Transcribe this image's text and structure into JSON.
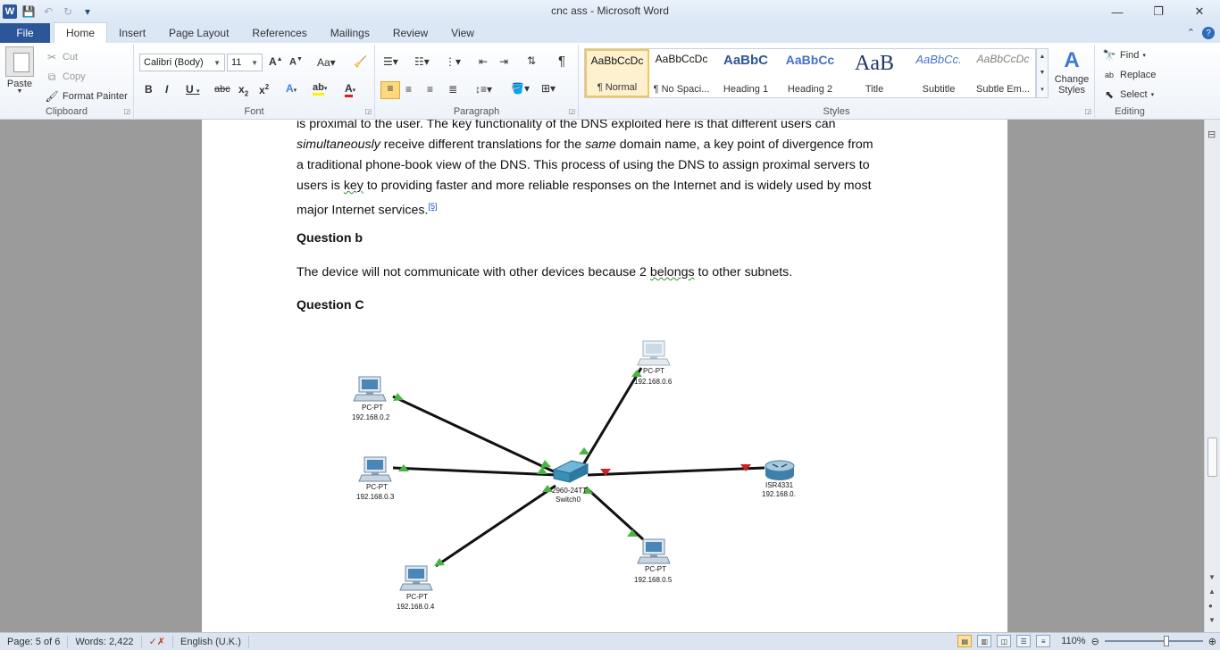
{
  "window": {
    "title": "cnc ass - Microsoft Word",
    "app_letter": "W"
  },
  "tabs": {
    "file": "File",
    "items": [
      "Home",
      "Insert",
      "Page Layout",
      "References",
      "Mailings",
      "Review",
      "View"
    ],
    "active": "Home"
  },
  "ribbon": {
    "clipboard": {
      "label": "Clipboard",
      "paste": "Paste",
      "cut": "Cut",
      "copy": "Copy",
      "format_painter": "Format Painter"
    },
    "font": {
      "label": "Font",
      "family": "Calibri (Body)",
      "size": "11"
    },
    "paragraph": {
      "label": "Paragraph"
    },
    "styles": {
      "label": "Styles",
      "items": [
        {
          "sample": "AaBbCcDc",
          "name": "¶ Normal"
        },
        {
          "sample": "AaBbCcDc",
          "name": "¶ No Spaci..."
        },
        {
          "sample": "AaBbC",
          "name": "Heading 1"
        },
        {
          "sample": "AaBbCc",
          "name": "Heading 2"
        },
        {
          "sample": "AaB",
          "name": "Title"
        },
        {
          "sample": "AaBbCc.",
          "name": "Subtitle"
        },
        {
          "sample": "AaBbCcDc",
          "name": "Subtle Em..."
        }
      ],
      "change_styles": "Change Styles"
    },
    "editing": {
      "label": "Editing",
      "find": "Find",
      "replace": "Replace",
      "select": "Select"
    }
  },
  "document": {
    "line0": "is proximal to the user. The key functionality of the DNS exploited here is that different users can",
    "line1_a": "simultaneously",
    "line1_b": " receive different translations for the ",
    "line1_c": "same",
    "line1_d": " domain name, a key point of divergence from",
    "line2": "a traditional phone-book  view of the DNS. This process of using the DNS to assign proximal servers to",
    "line3_a": "users is ",
    "line3_b": "key",
    "line3_c": " to providing faster and more reliable responses on the Internet and is widely used by most",
    "line4": "major Internet services.",
    "footnote": "[5]",
    "question_b": "Question b",
    "answer_b_a": "The device will not communicate with other devices because 2 ",
    "answer_b_b": "belongs",
    "answer_b_c": " to other subnets.",
    "question_c": "Question C"
  },
  "network": {
    "switch": {
      "model": "2960-24TT",
      "name": "Switch0"
    },
    "router": {
      "model": "ISR4331",
      "ip": "192.168.0."
    },
    "pcs": [
      {
        "type": "PC-PT",
        "ip": "192.168.0.2"
      },
      {
        "type": "PC-PT",
        "ip": "192.168.0.3"
      },
      {
        "type": "PC-PT",
        "ip": "192.168.0.4"
      },
      {
        "type": "PC-PT",
        "ip": "192.168.0.5"
      },
      {
        "type": "PC-PT",
        "ip": "192.168.0.6"
      }
    ],
    "colors": {
      "link_up": "#4bb543",
      "link_down": "#cc2222",
      "switch": "#3a8fb7"
    }
  },
  "status": {
    "page": "Page: 5 of 6",
    "words": "Words: 2,422",
    "language": "English (U.K.)",
    "zoom": "110%"
  }
}
